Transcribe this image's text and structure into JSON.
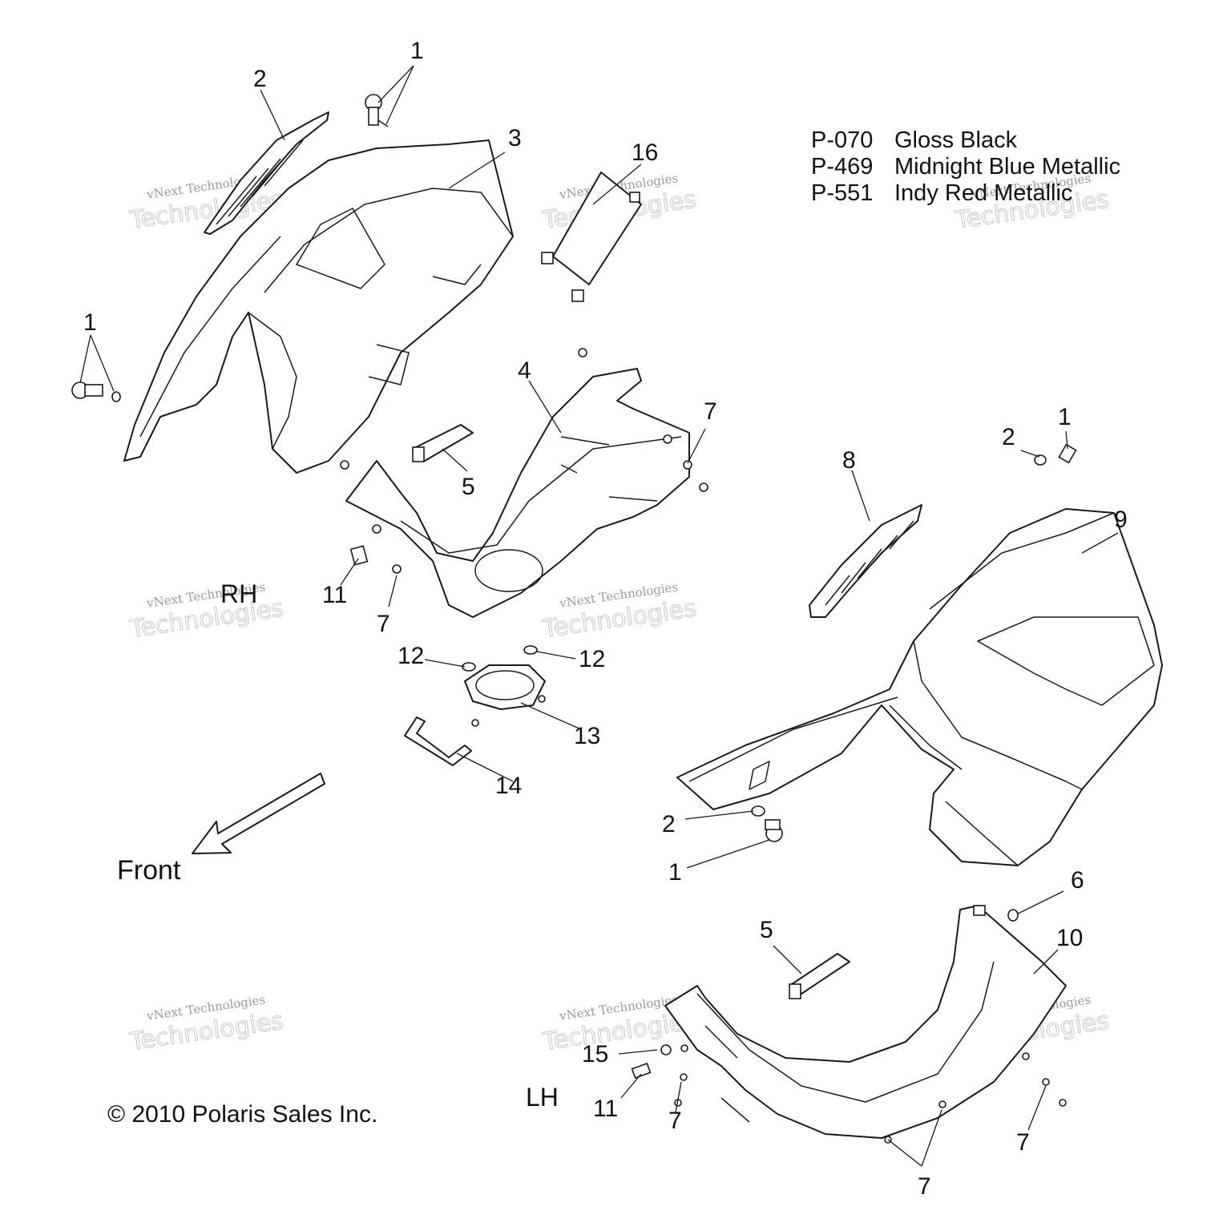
{
  "legend": [
    {
      "code": "P-070",
      "name": "Gloss Black"
    },
    {
      "code": "P-469",
      "name": "Midnight Blue Metallic"
    },
    {
      "code": "P-551",
      "name": "Indy Red Metallic"
    }
  ],
  "side_labels": {
    "rh": "RH",
    "lh": "LH"
  },
  "front_label": "Front",
  "copyright": "© 2010 Polaris Sales Inc.",
  "watermark": {
    "line1": "vNext Technologies",
    "line2": "Technologies",
    "top": "vNext"
  },
  "callouts": [
    {
      "id": "c1a",
      "text": "1"
    },
    {
      "id": "c2a",
      "text": "2"
    },
    {
      "id": "c3",
      "text": "3"
    },
    {
      "id": "c16",
      "text": "16"
    },
    {
      "id": "c1b",
      "text": "1"
    },
    {
      "id": "c4",
      "text": "4"
    },
    {
      "id": "c7a",
      "text": "7"
    },
    {
      "id": "c5a",
      "text": "5"
    },
    {
      "id": "c11a",
      "text": "11"
    },
    {
      "id": "c7b",
      "text": "7"
    },
    {
      "id": "c12a",
      "text": "12"
    },
    {
      "id": "c12b",
      "text": "12"
    },
    {
      "id": "c13",
      "text": "13"
    },
    {
      "id": "c14",
      "text": "14"
    },
    {
      "id": "c8",
      "text": "8"
    },
    {
      "id": "c2b",
      "text": "2"
    },
    {
      "id": "c1c",
      "text": "1"
    },
    {
      "id": "c9",
      "text": "9"
    },
    {
      "id": "c2c",
      "text": "2"
    },
    {
      "id": "c1d",
      "text": "1"
    },
    {
      "id": "c6",
      "text": "6"
    },
    {
      "id": "c5b",
      "text": "5"
    },
    {
      "id": "c10",
      "text": "10"
    },
    {
      "id": "c15",
      "text": "15"
    },
    {
      "id": "c11b",
      "text": "11"
    },
    {
      "id": "c7c",
      "text": "7"
    },
    {
      "id": "c7d",
      "text": "7"
    },
    {
      "id": "c7e",
      "text": "7"
    }
  ]
}
